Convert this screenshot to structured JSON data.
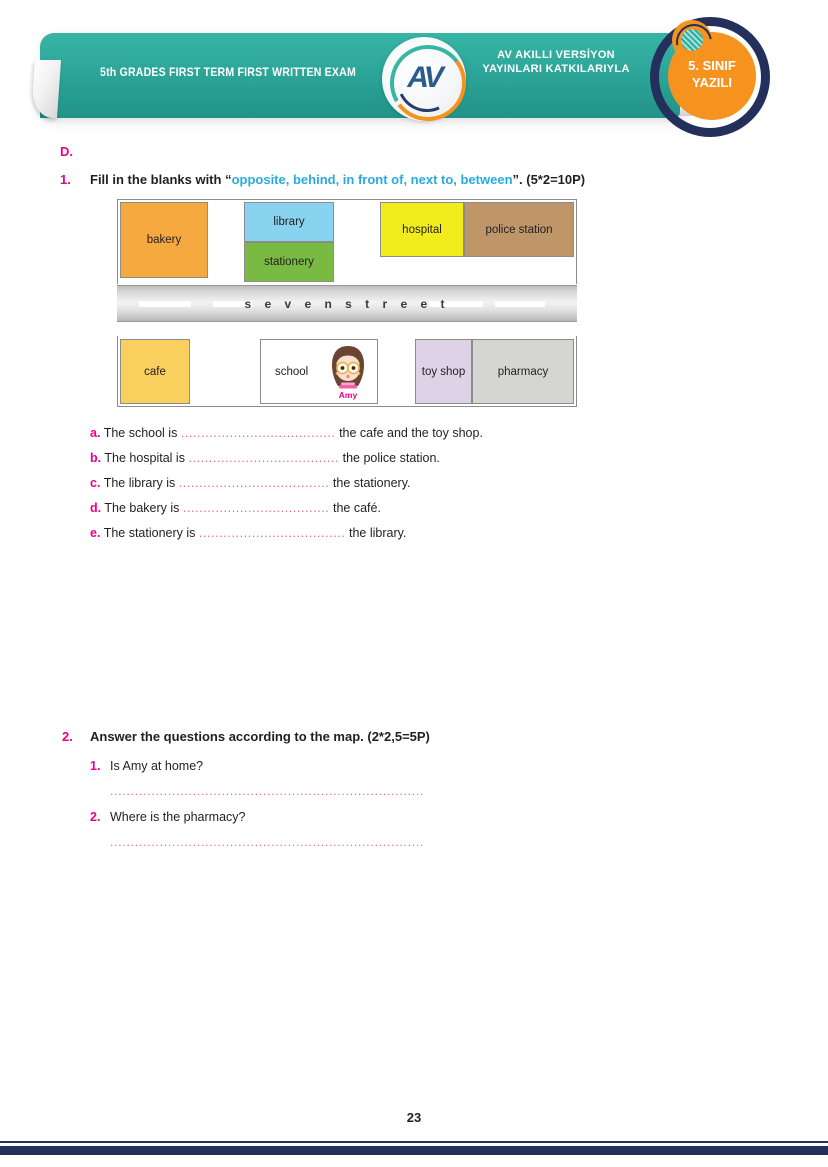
{
  "header": {
    "banner_title": "5th GRADES FIRST TERM FIRST WRITTEN EXAM",
    "promo_line1": "AV AKILLI VERSİYON",
    "promo_line2": "YAYINLARI KATKILARIYLA",
    "logo_letters": "AV",
    "badge_line1": "5. SINIF",
    "badge_line2": "YAZILI",
    "colors": {
      "teal": "#2aa396",
      "orange": "#f6921e",
      "navy": "#24305c"
    }
  },
  "section": {
    "letter": "D.",
    "accent_color": "#ec008c"
  },
  "question1": {
    "number": "1.",
    "prompt_before": "Fill in the blanks with ",
    "prompt_quote_open": "“",
    "prompt_words": "opposite, behind, in front of, next to, between",
    "prompt_quote_close": "”",
    "prompt_points": ". (5*2=10P)",
    "map": {
      "street_label": "s e v e n    s t r e e t",
      "person_name": "Amy",
      "top_row": [
        {
          "label": "bakery",
          "color": "#f5a93f"
        },
        {
          "label": "library",
          "color": "#87d3f0"
        },
        {
          "label": "stationery",
          "color": "#79bb42"
        },
        {
          "label": "hospital",
          "color": "#f3ec1d"
        },
        {
          "label": "police station",
          "color": "#bf9669"
        }
      ],
      "bottom_row": [
        {
          "label": "cafe",
          "color": "#f9cf5e"
        },
        {
          "label": "school",
          "color": "#ffffff"
        },
        {
          "label": "toy shop",
          "color": "#ddd2e6"
        },
        {
          "label": "pharmacy",
          "color": "#d5d6d2"
        }
      ]
    },
    "items": [
      {
        "label": "a.",
        "before": "The school is ",
        "dots": "......................................",
        "after": " the cafe and the toy shop."
      },
      {
        "label": "b.",
        "before": "The hospital is ",
        "dots": ".....................................",
        "after": " the police station."
      },
      {
        "label": "c.",
        "before": "The library is ",
        "dots": ".....................................",
        "after": " the stationery."
      },
      {
        "label": "d.",
        "before": "The bakery is ",
        "dots": "....................................",
        "after": " the café."
      },
      {
        "label": "e.",
        "before": "The stationery is ",
        "dots": "....................................",
        "after": " the library."
      }
    ]
  },
  "question2": {
    "number": "2.",
    "prompt": "Answer the questions according to the map. (2*2,5=5P)",
    "items": [
      {
        "number": "1.",
        "text": "Is Amy at home?",
        "answer_line": "............................................................................"
      },
      {
        "number": "2.",
        "text": "Where is the pharmacy?",
        "answer_line": "............................................................................"
      }
    ]
  },
  "footer": {
    "page_number": "23"
  }
}
